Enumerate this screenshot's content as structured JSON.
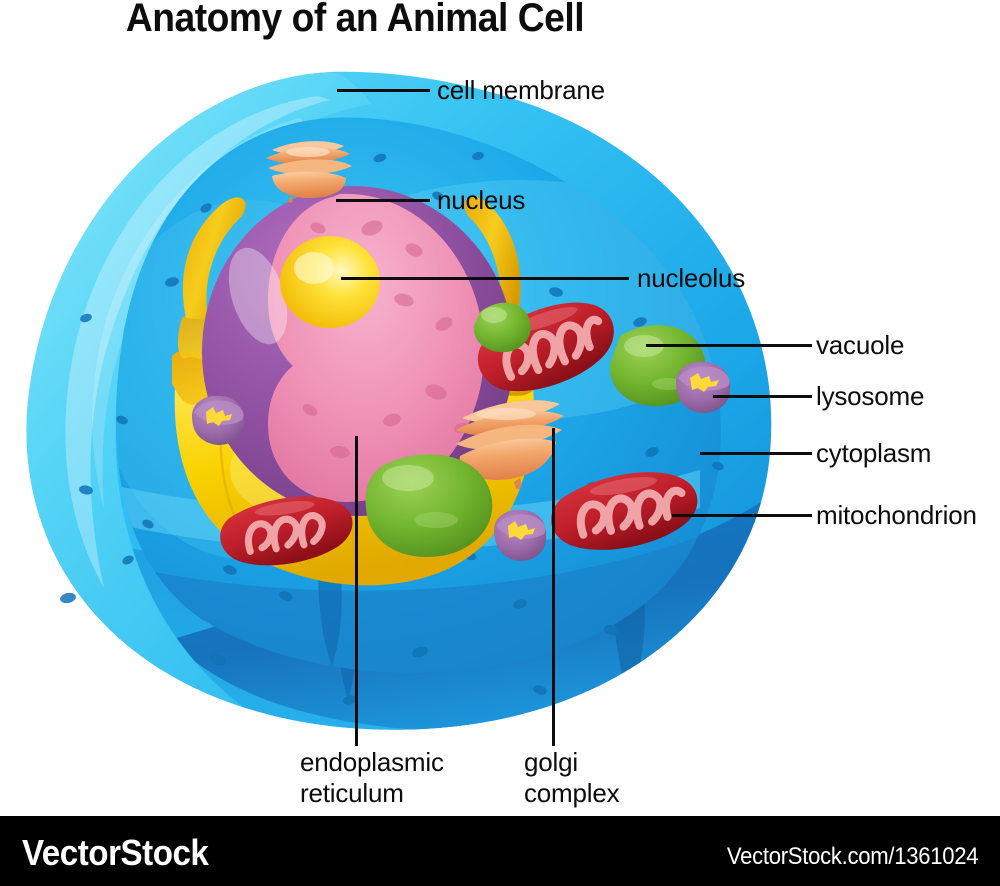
{
  "title": "Anatomy of an Animal Cell",
  "labels": {
    "cell_membrane": "cell membrane",
    "nucleus": "nucleus",
    "nucleolus": "nucleolus",
    "vacuole": "vacuole",
    "lysosome": "lysosome",
    "cytoplasm": "cytoplasm",
    "mitochondrion": "mitochondrion",
    "endoplasmic_reticulum": "endoplasmic reticulum",
    "golgi_complex": "golgi complex"
  },
  "footer": {
    "brand": "VectorStock",
    "url": "VectorStock.com/1361024"
  },
  "colors": {
    "background": "#ffffff",
    "text": "#0d0d0d",
    "footer_bg": "#000000",
    "footer_text": "#ffffff",
    "membrane_light": "#5fd8f7",
    "membrane_mid": "#2bb8ef",
    "cytoplasm": "#19a6e8",
    "cytoplasm_deep": "#1577c4",
    "cytoplasm_shadow": "#1060a8",
    "speckle": "#1273b8",
    "nucleus_outer": "#8e4fa0",
    "nucleus_inner": "#ee8fb4",
    "nucleolus": "#ffd400",
    "er_gold": "#f6d200",
    "er_gold_dark": "#d9a400",
    "mitochondrion": "#c0212c",
    "mitochondrion_cristae": "#f0a3a6",
    "vacuole": "#72b62e",
    "lysosome_body": "#9b6aa8",
    "lysosome_contents": "#ffd83a",
    "golgi": "#f2a266",
    "golgi_light": "#f8c79c"
  },
  "organelles": [
    {
      "name": "cell membrane",
      "kind": "membrane"
    },
    {
      "name": "cytoplasm",
      "kind": "matrix"
    },
    {
      "name": "nucleus",
      "kind": "nucleus"
    },
    {
      "name": "nucleolus",
      "kind": "nucleolus"
    },
    {
      "name": "endoplasmic reticulum",
      "kind": "er"
    },
    {
      "name": "golgi complex",
      "kind": "golgi"
    },
    {
      "name": "mitochondrion",
      "kind": "mitochondrion"
    },
    {
      "name": "vacuole",
      "kind": "vacuole"
    },
    {
      "name": "lysosome",
      "kind": "lysosome"
    }
  ]
}
